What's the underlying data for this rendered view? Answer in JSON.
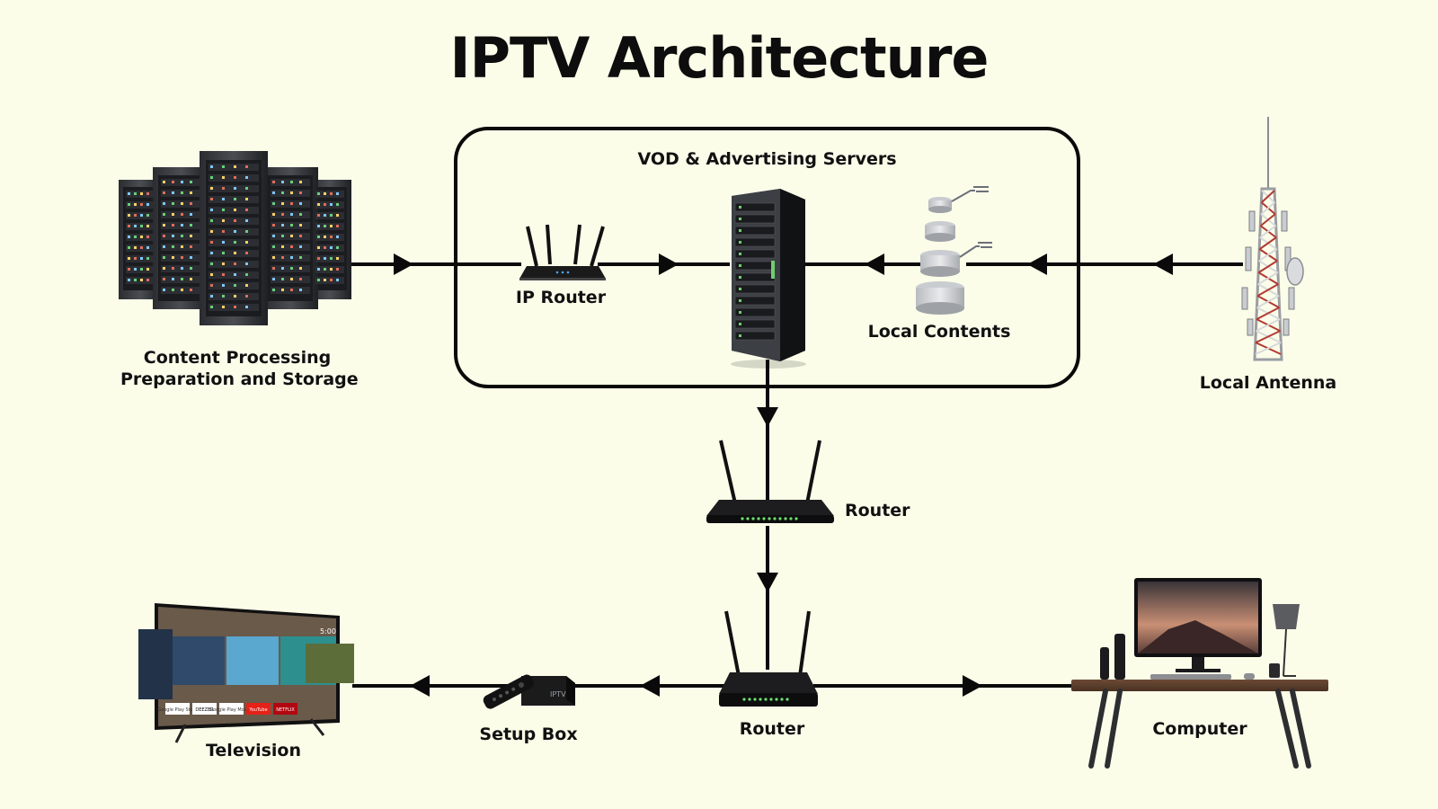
{
  "title": "IPTV Architecture",
  "nodes": {
    "content_processing": [
      "Content Processing",
      "Preparation and Storage"
    ],
    "vod_group": "VOD & Advertising Servers",
    "ip_router": "IP Router",
    "local_contents": "Local Contents",
    "local_antenna": "Local Antenna",
    "router_upper": "Router",
    "router_lower": "Router",
    "setup_box": "Setup Box",
    "television": "Television",
    "computer": "Computer"
  },
  "tv_screen": {
    "clock": "5:00",
    "apps": [
      "Google Play Store",
      "DEEZER",
      "Google Play Movies",
      "YouTube",
      "NETFLIX"
    ]
  },
  "setup_box_brand": "IPTV",
  "colors": {
    "background": "#fbfde9",
    "line": "#0a0a0a",
    "text": "#111111"
  }
}
